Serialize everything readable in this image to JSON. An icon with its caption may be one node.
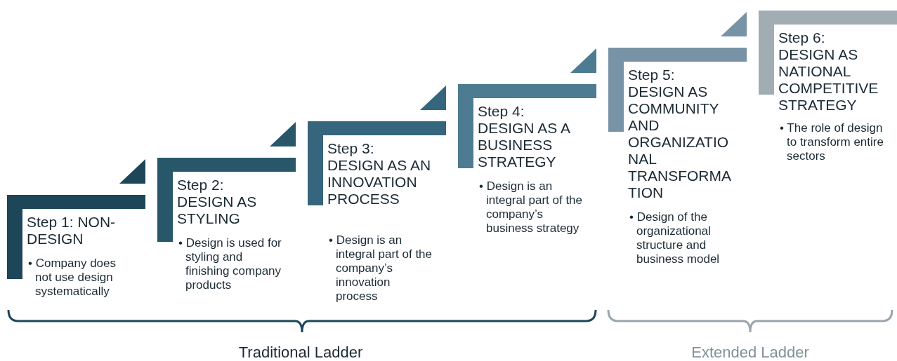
{
  "diagram": {
    "nodes": [
      {
        "text": [
          "Step 1: NON-DESIGN",
          "• Company does not use design systematically"
        ]
      },
      {
        "text": [
          "Step 2: DESIGN AS STYLING",
          "• Design is used for styling and finishing company products"
        ]
      },
      {
        "text": [
          "Step 3: DESIGN AS AN INNOVATION PROCESS",
          "• Design is an integral part of the company’s innovation process"
        ]
      },
      {
        "text": [
          "Step 4: DESIGN AS A BUSINESS STRATEGY",
          "• Design is an integral part of the company’s business strategy"
        ]
      },
      {
        "text": [
          "Step 5: DESIGN AS COMMUNITY AND ORGANIZATIONAL TRANSFORMATION",
          "• Design of the organizational structure and business model"
        ]
      },
      {
        "text": [
          "Step 6: DESIGN AS NATIONAL COMPETITIVE STRATEGY",
          "• The role of design to transform entire sectors"
        ]
      }
    ],
    "labels": [
      "Traditional Ladder",
      "Extended Ladder"
    ]
  }
}
